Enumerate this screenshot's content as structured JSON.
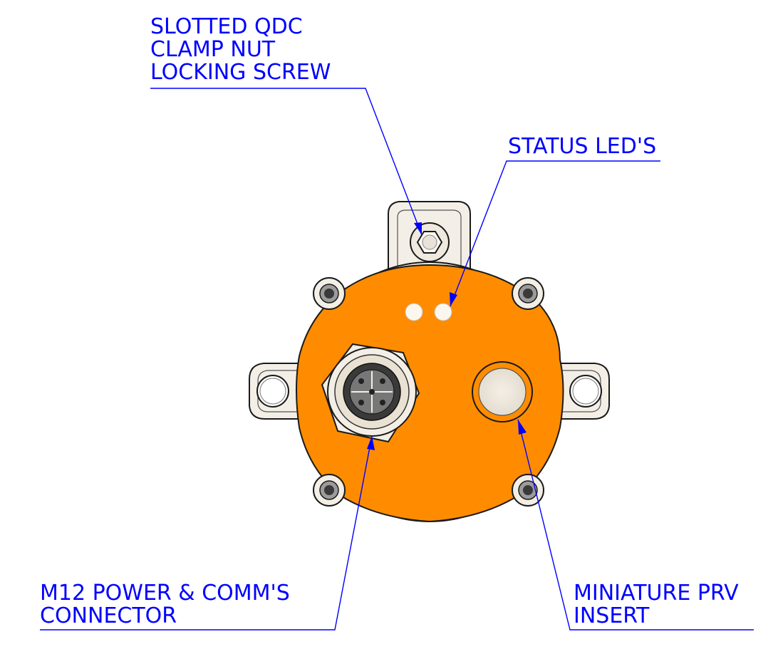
{
  "callouts": {
    "clamp_screw": {
      "lines": [
        "SLOTTED QDC",
        "CLAMP NUT",
        "LOCKING SCREW"
      ]
    },
    "status_leds": {
      "lines": [
        "STATUS LED'S"
      ]
    },
    "m12_connector": {
      "lines": [
        "M12 POWER & COMM'S",
        "CONNECTOR"
      ]
    },
    "prv_insert": {
      "lines": [
        "MINIATURE PRV",
        "INSERT"
      ]
    }
  },
  "colors": {
    "callout": "#0000ff",
    "body_orange": "#ff8c00",
    "housing": "#f3eee6",
    "outline": "#1a1a1a"
  }
}
